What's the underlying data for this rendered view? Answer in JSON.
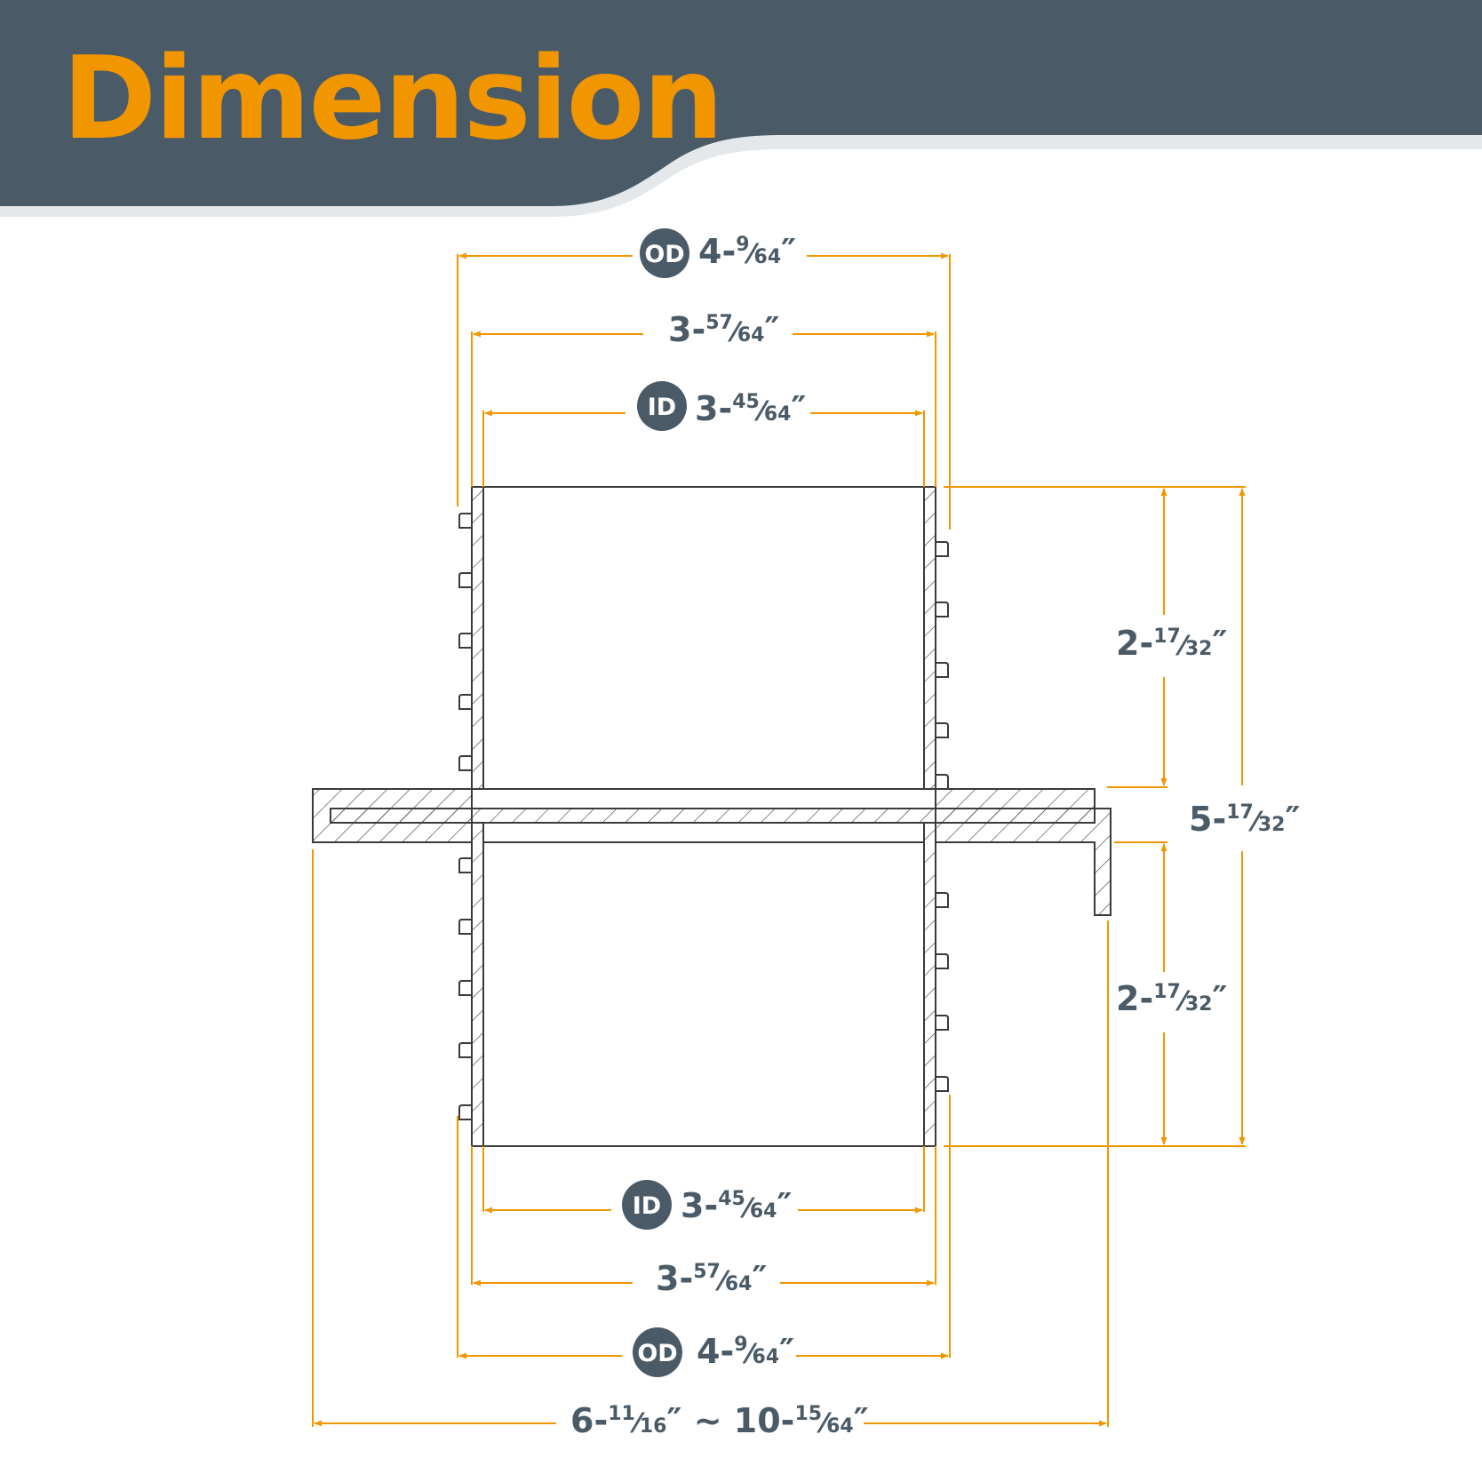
{
  "colors": {
    "header_bg": "#4a5b67",
    "header_shadow": "#e4e8eb",
    "title": "#f29600",
    "dimension_line": "#f29600",
    "label_text": "#4a5b67",
    "badge_bg": "#4a5b67",
    "badge_text": "#ffffff",
    "outline": "#3a3a3a"
  },
  "header": {
    "title": "Dimension"
  },
  "dimensions": {
    "top_od": {
      "badge": "OD",
      "whole": "4-",
      "num": "9",
      "den": "64",
      "unit": "″"
    },
    "top_mid": {
      "whole": "3-",
      "num": "57",
      "den": "64",
      "unit": "″"
    },
    "top_id": {
      "badge": "ID",
      "whole": "3-",
      "num": "45",
      "den": "64",
      "unit": "″"
    },
    "right_upper": {
      "whole": "2-",
      "num": "17",
      "den": "32",
      "unit": "″"
    },
    "right_total": {
      "whole": "5-",
      "num": "17",
      "den": "32",
      "unit": "″"
    },
    "right_lower": {
      "whole": "2-",
      "num": "17",
      "den": "32",
      "unit": "″"
    },
    "bottom_id": {
      "badge": "ID",
      "whole": "3-",
      "num": "45",
      "den": "64",
      "unit": "″"
    },
    "bottom_mid": {
      "whole": "3-",
      "num": "57",
      "den": "64",
      "unit": "″"
    },
    "bottom_od": {
      "badge": "OD",
      "whole": "4-",
      "num": "9",
      "den": "64",
      "unit": "″"
    },
    "flange_range": {
      "whole": "6-",
      "num": "11",
      "den": "16",
      "unit": "″",
      "sep": " ~ ",
      "whole2": "10-",
      "num2": "15",
      "den2": "64",
      "unit2": "″"
    }
  }
}
